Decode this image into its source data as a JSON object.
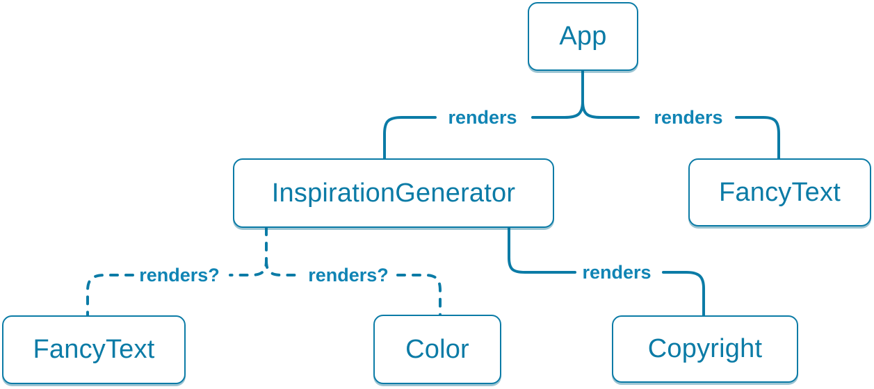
{
  "diagram": {
    "nodes": [
      {
        "id": "app",
        "label": "App"
      },
      {
        "id": "inspiration-generator",
        "label": "InspirationGenerator"
      },
      {
        "id": "fancy-text-top",
        "label": "FancyText"
      },
      {
        "id": "fancy-text-bottom",
        "label": "FancyText"
      },
      {
        "id": "color",
        "label": "Color"
      },
      {
        "id": "copyright",
        "label": "Copyright"
      }
    ],
    "edges": [
      {
        "from": "App",
        "to": "InspirationGenerator",
        "label": "renders",
        "style": "solid"
      },
      {
        "from": "App",
        "to": "FancyText",
        "label": "renders",
        "style": "solid"
      },
      {
        "from": "InspirationGenerator",
        "to": "FancyText",
        "label": "renders?",
        "style": "dashed"
      },
      {
        "from": "InspirationGenerator",
        "to": "Color",
        "label": "renders?",
        "style": "dashed"
      },
      {
        "from": "InspirationGenerator",
        "to": "Copyright",
        "label": "renders",
        "style": "solid"
      }
    ]
  },
  "colors": {
    "accent": "#0b7ba6",
    "edge_label": "#1084b4",
    "node_bg": "#ffffff",
    "page_bg": "#ffffff"
  }
}
